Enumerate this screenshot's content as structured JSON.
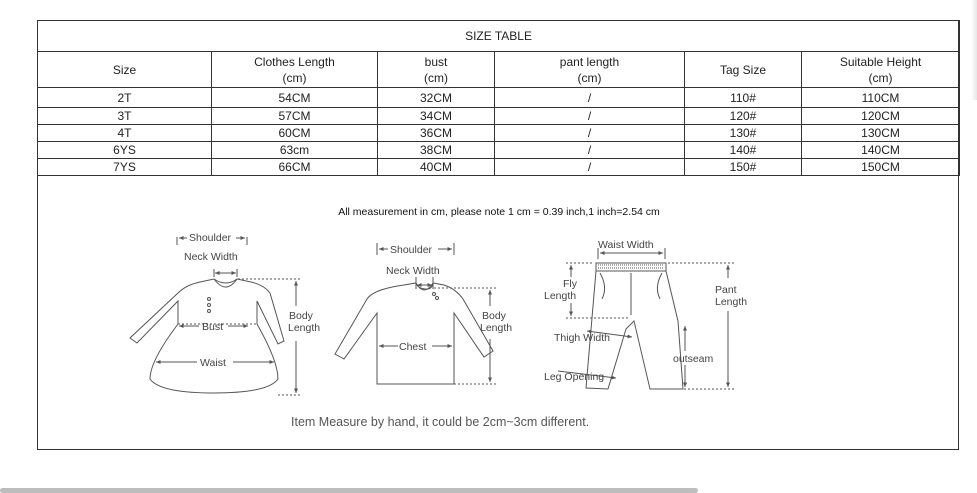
{
  "table": {
    "title": "SIZE TABLE",
    "headers": [
      {
        "line1": "Size",
        "line2": ""
      },
      {
        "line1": "Clothes Length",
        "line2": "(cm)"
      },
      {
        "line1": "bust",
        "line2": "(cm)"
      },
      {
        "line1": "pant length",
        "line2": "(cm)"
      },
      {
        "line1": "Tag Size",
        "line2": ""
      },
      {
        "line1": "Suitable Height",
        "line2": "(cm)"
      }
    ],
    "rows": [
      [
        "2T",
        "54CM",
        "32CM",
        "/",
        "110#",
        "110CM"
      ],
      [
        "3T",
        "57CM",
        "34CM",
        "/",
        "120#",
        "120CM"
      ],
      [
        "4T",
        "60CM",
        "36CM",
        "/",
        "130#",
        "130CM"
      ],
      [
        "6YS",
        "63cm",
        "38CM",
        "/",
        "140#",
        "140CM"
      ],
      [
        "7YS",
        "66CM",
        "40CM",
        "/",
        "150#",
        "150CM"
      ]
    ]
  },
  "note": "All measurement in cm, please note 1 cm = 0.39 inch,1 inch=2.54 cm",
  "diagrams": {
    "dress": {
      "shoulder": "Shoulder",
      "neck_width": "Neck Width",
      "bust": "Bust",
      "waist": "Waist",
      "body_line1": "Body",
      "body_line2": "Length"
    },
    "top": {
      "shoulder": "Shoulder",
      "neck_width": "Neck Width",
      "chest": "Chest",
      "body_line1": "Body",
      "body_line2": "Length"
    },
    "pants": {
      "waist_width": "Waist Width",
      "fly_line1": "Fly",
      "fly_line2": "Length",
      "pant_line1": "Pant",
      "pant_line2": "Length",
      "thigh_width": "Thigh Width",
      "outseam": "outseam",
      "leg_opening": "Leg Opening"
    }
  },
  "footer": "Item Measure by hand, it could be 2cm~3cm different."
}
